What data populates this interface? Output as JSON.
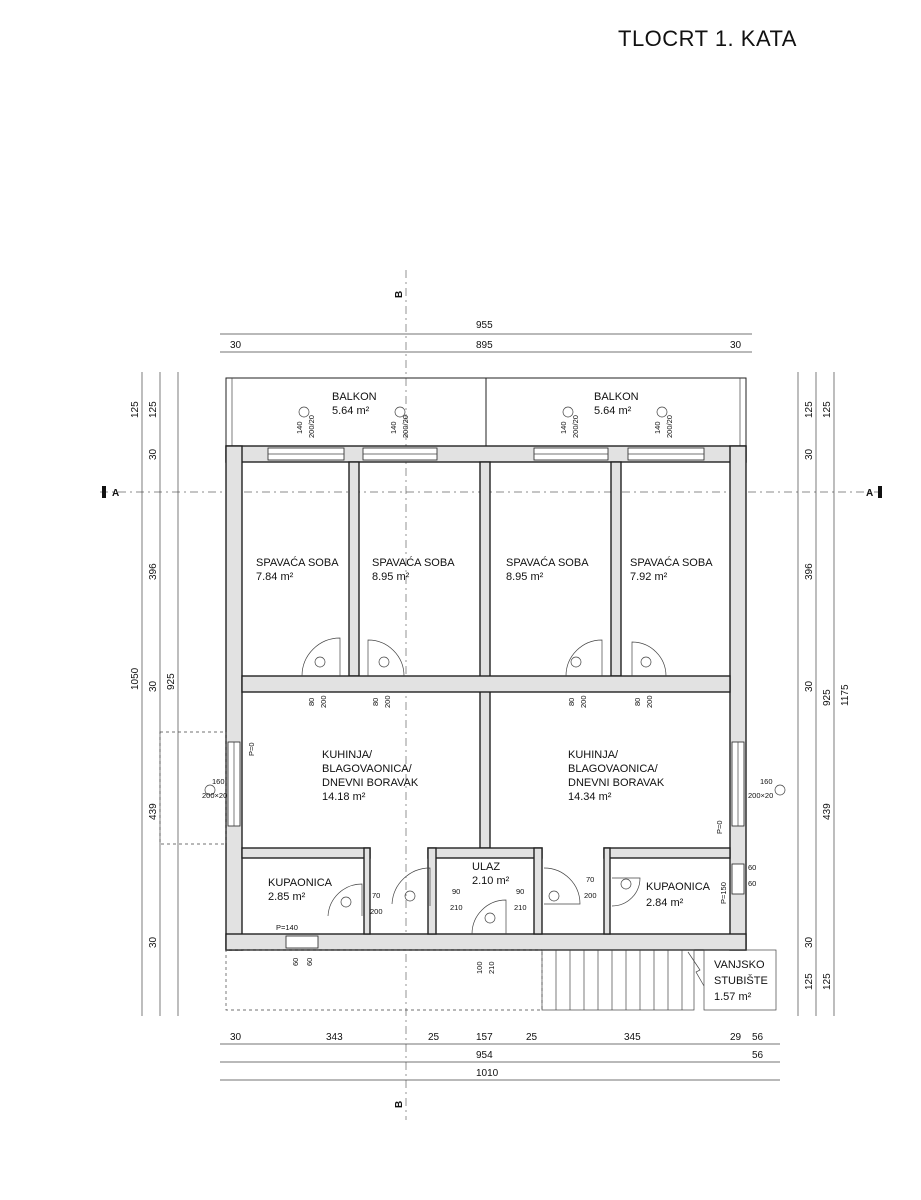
{
  "title": "TLOCRT 1. KATA",
  "rooms": {
    "balkon_left": {
      "name": "BALKON",
      "area": "5.64 m²"
    },
    "balkon_right": {
      "name": "BALKON",
      "area": "5.64 m²"
    },
    "soba1": {
      "name": "SPAVAĆA SOBA",
      "area": "7.84 m²"
    },
    "soba2": {
      "name": "SPAVAĆA SOBA",
      "area": "8.95 m²"
    },
    "soba3": {
      "name": "SPAVAĆA SOBA",
      "area": "8.95 m²"
    },
    "soba4": {
      "name": "SPAVAĆA SOBA",
      "area": "7.92 m²"
    },
    "kuhinja_left": {
      "line1": "KUHINJA/",
      "line2": "BLAGOVAONICA/",
      "line3": "DNEVNI BORAVAK",
      "area": "14.18 m²"
    },
    "kuhinja_right": {
      "line1": "KUHINJA/",
      "line2": "BLAGOVAONICA/",
      "line3": "DNEVNI BORAVAK",
      "area": "14.34 m²"
    },
    "kupaonica_left": {
      "name": "KUPAONICA",
      "area": "2.85 m²"
    },
    "kupaonica_right": {
      "name": "KUPAONICA",
      "area": "2.84 m²"
    },
    "ulaz": {
      "name": "ULAZ",
      "area": "2.10 m²"
    },
    "stubiste": {
      "line1": "VANJSKO",
      "line2": "STUBIŠTE",
      "area": "1.57 m²"
    }
  },
  "dimensions": {
    "top_total": "955",
    "top_inner": "895",
    "top_side": "30",
    "bottom_segments": [
      "30",
      "343",
      "25",
      "157",
      "25",
      "345",
      "29",
      "56"
    ],
    "bottom_954": "954",
    "bottom_56": "56",
    "bottom_total": "1010",
    "left_outer": "1050",
    "left_mid": "925",
    "left_segments": [
      "125",
      "125",
      "30",
      "396",
      "30",
      "439",
      "30"
    ],
    "right_outer": "1175",
    "right_mid": "925",
    "right_segments": [
      "125",
      "125",
      "30",
      "396",
      "30",
      "439",
      "30",
      "125",
      "125"
    ]
  },
  "openings": {
    "win_140": "140",
    "win_200_20": "200/20",
    "door_80": "80",
    "door_200": "200",
    "win_160": "160",
    "win_200x20": "200×20",
    "door_70": "70",
    "door_90": "90",
    "door_210": "210",
    "door_100": "100",
    "win_60": "60",
    "p0": "P=0",
    "p140": "P=140",
    "p150": "P=150"
  },
  "section_marks": {
    "a": "A",
    "b": "B"
  }
}
